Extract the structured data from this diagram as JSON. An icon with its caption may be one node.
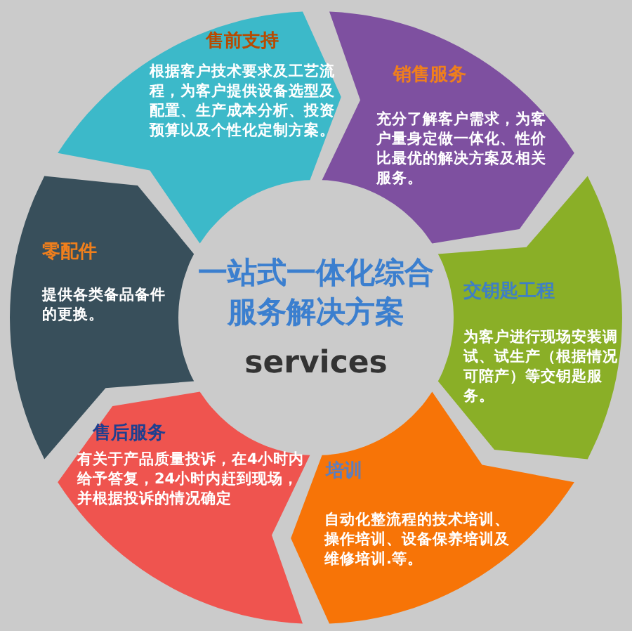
{
  "diagram": {
    "nodes": [
      {
        "text": [
          "售前支持",
          "根据客户技术要求及工艺流程，为客户提供设备选型及配置、生产成本分析、投资预算以及个性化定制方案。"
        ]
      },
      {
        "text": [
          "销售服务",
          "充分了解客户需求，为客户量身定做一体化、性价比最优的解决方案及相关服务。"
        ]
      },
      {
        "text": [
          "交钥匙工程",
          "为客户进行现场安装调试、试生产（根据情况可陪产）等交钥匙服务。"
        ]
      },
      {
        "text": [
          "培训",
          "自动化整流程的技术培训、操作培训、设备保养培训及维修培训.等。"
        ]
      },
      {
        "text": [
          "售后服务",
          "有关于产品质量投诉，在4小时内给予答复，24小时内赶到现场，并根据投诉的情况确定"
        ]
      },
      {
        "text": [
          "零配件",
          "提供各类备品备件的更换。"
        ]
      }
    ],
    "labels": [
      "一站式一体化综合服务解决方案",
      "services"
    ]
  }
}
